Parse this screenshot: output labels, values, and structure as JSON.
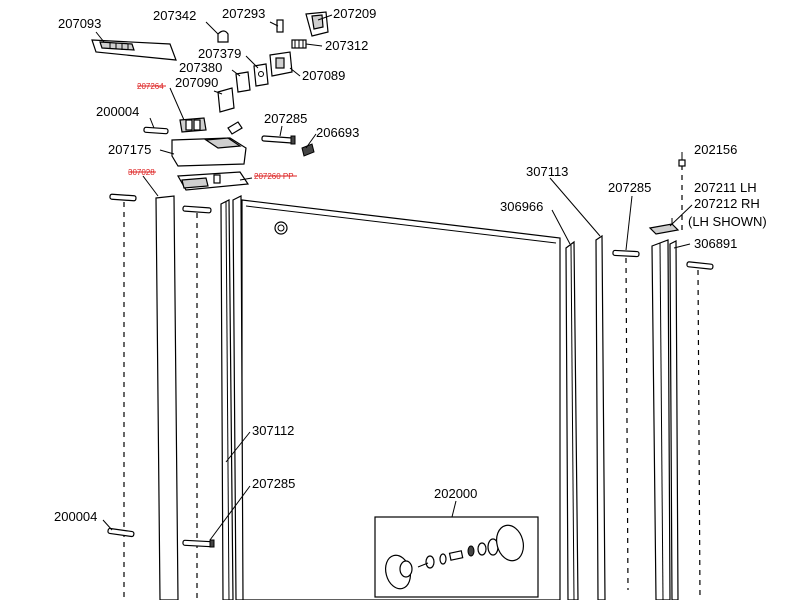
{
  "labels": {
    "p207093": "207093",
    "p207342": "207342",
    "p207293": "207293",
    "p207209": "207209",
    "p207312": "207312",
    "p207379": "207379",
    "p207380": "207380",
    "p207089": "207089",
    "p207264": "207264",
    "p207090": "207090",
    "p200004_top": "200004",
    "p207285_top": "207285",
    "p206693": "206693",
    "p207175": "207175",
    "p307028": "307028",
    "p207260": "207260 PP",
    "p307113": "307113",
    "p202156": "202156",
    "p306966": "306966",
    "p207285_right": "207285",
    "p207211": "207211 LH",
    "p207212": "207212 RH",
    "p_lh_shown": "(LH SHOWN)",
    "p306891": "306891",
    "p307112": "307112",
    "p207285_mid": "207285",
    "p200004_bottom": "200004",
    "p202000": "202000"
  },
  "colors": {
    "line": "#000000",
    "superseded_label": "#dd2222",
    "part_fill": "#ffffff",
    "part_shade": "#cfcfcf"
  }
}
